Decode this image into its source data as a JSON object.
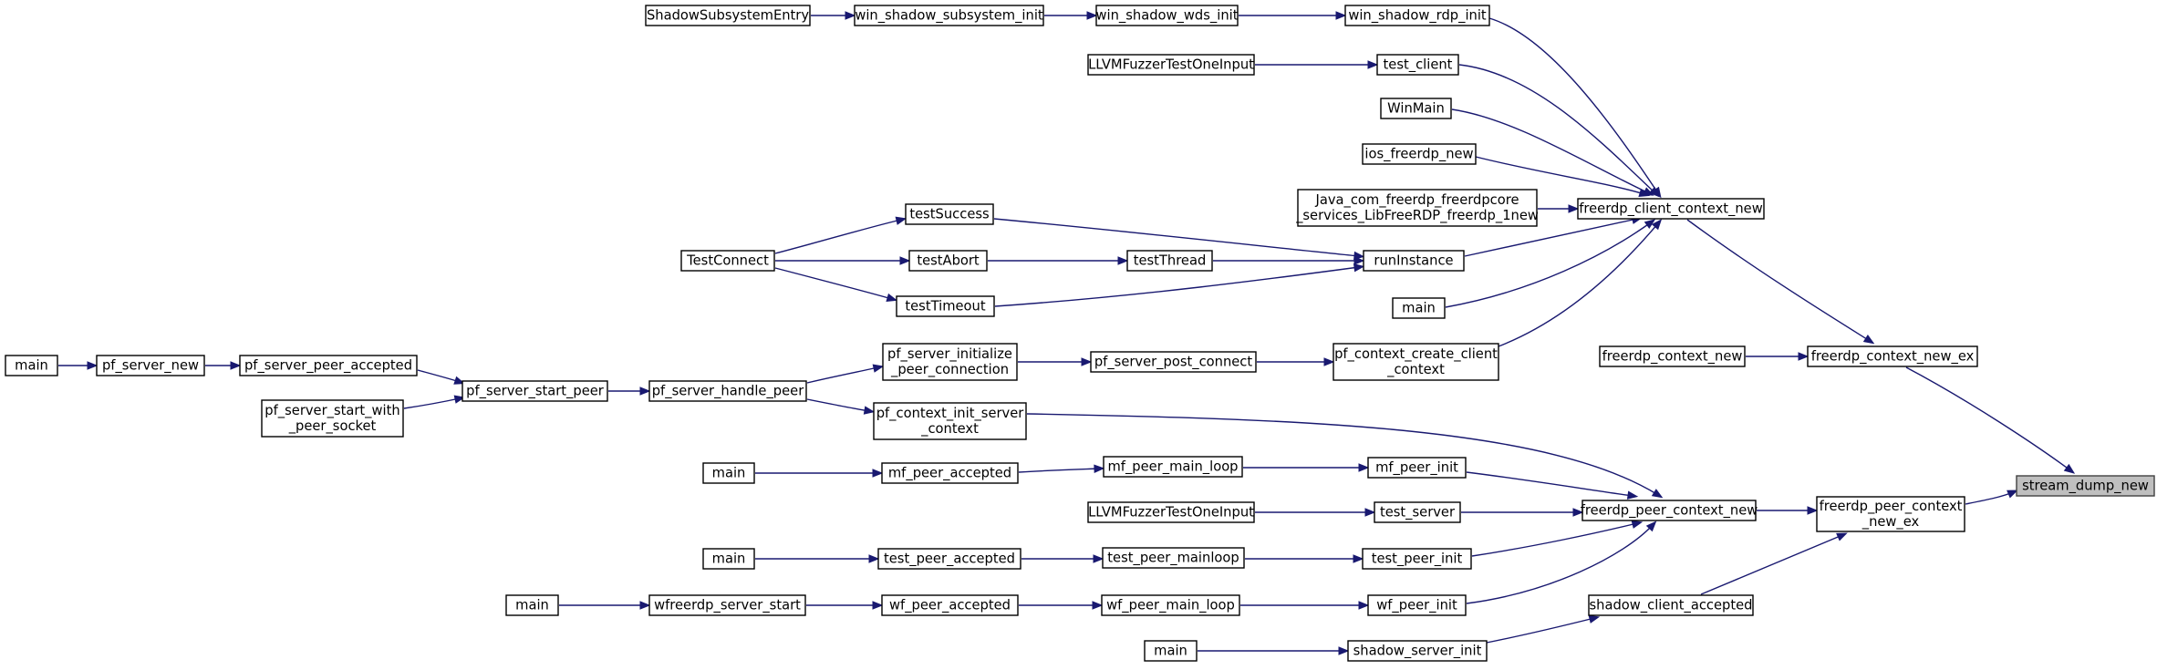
{
  "diagram": {
    "nodes": [
      {
        "id": "stream_dump_new",
        "lines": [
          "stream_dump_new"
        ],
        "highlight": true
      },
      {
        "id": "freerdp_context_new_ex",
        "lines": [
          "freerdp_context_new_ex"
        ]
      },
      {
        "id": "freerdp_peer_context_new_ex",
        "lines": [
          "freerdp_peer_context",
          "_new_ex"
        ]
      },
      {
        "id": "freerdp_client_context_new",
        "lines": [
          "freerdp_client_context_new"
        ]
      },
      {
        "id": "freerdp_context_new",
        "lines": [
          "freerdp_context_new"
        ]
      },
      {
        "id": "freerdp_peer_context_new",
        "lines": [
          "freerdp_peer_context_new"
        ]
      },
      {
        "id": "shadow_client_accepted",
        "lines": [
          "shadow_client_accepted"
        ]
      },
      {
        "id": "win_shadow_rdp_init",
        "lines": [
          "win_shadow_rdp_init"
        ]
      },
      {
        "id": "test_client",
        "lines": [
          "test_client"
        ]
      },
      {
        "id": "WinMain",
        "lines": [
          "WinMain"
        ]
      },
      {
        "id": "ios_freerdp_new",
        "lines": [
          "ios_freerdp_new"
        ]
      },
      {
        "id": "Java_freerdp_new",
        "lines": [
          "Java_com_freerdp_freerdpcore",
          "_services_LibFreeRDP_freerdp_1new"
        ]
      },
      {
        "id": "runInstance",
        "lines": [
          "runInstance"
        ]
      },
      {
        "id": "main_client",
        "lines": [
          "main"
        ]
      },
      {
        "id": "pf_context_create_client_context",
        "lines": [
          "pf_context_create_client",
          "_context"
        ]
      },
      {
        "id": "win_shadow_wds_init",
        "lines": [
          "win_shadow_wds_init"
        ]
      },
      {
        "id": "win_shadow_subsystem_init",
        "lines": [
          "win_shadow_subsystem_init"
        ]
      },
      {
        "id": "ShadowSubsystemEntry",
        "lines": [
          "ShadowSubsystemEntry"
        ]
      },
      {
        "id": "LLVMFuzzer_client",
        "lines": [
          "LLVMFuzzerTestOneInput"
        ]
      },
      {
        "id": "testThread",
        "lines": [
          "testThread"
        ]
      },
      {
        "id": "testSuccess",
        "lines": [
          "testSuccess"
        ]
      },
      {
        "id": "testAbort",
        "lines": [
          "testAbort"
        ]
      },
      {
        "id": "testTimeout",
        "lines": [
          "testTimeout"
        ]
      },
      {
        "id": "TestConnect",
        "lines": [
          "TestConnect"
        ]
      },
      {
        "id": "pf_server_post_connect",
        "lines": [
          "pf_server_post_connect"
        ]
      },
      {
        "id": "pf_server_initialize_peer_connection",
        "lines": [
          "pf_server_initialize",
          "_peer_connection"
        ]
      },
      {
        "id": "pf_server_handle_peer",
        "lines": [
          "pf_server_handle_peer"
        ]
      },
      {
        "id": "pf_server_start_peer",
        "lines": [
          "pf_server_start_peer"
        ]
      },
      {
        "id": "pf_server_peer_accepted",
        "lines": [
          "pf_server_peer_accepted"
        ]
      },
      {
        "id": "pf_server_start_with_peer_socket",
        "lines": [
          "pf_server_start_with",
          "_peer_socket"
        ]
      },
      {
        "id": "pf_server_new",
        "lines": [
          "pf_server_new"
        ]
      },
      {
        "id": "main_pf",
        "lines": [
          "main"
        ]
      },
      {
        "id": "pf_context_init_server_context",
        "lines": [
          "pf_context_init_server",
          "_context"
        ]
      },
      {
        "id": "mf_peer_init",
        "lines": [
          "mf_peer_init"
        ]
      },
      {
        "id": "mf_peer_main_loop",
        "lines": [
          "mf_peer_main_loop"
        ]
      },
      {
        "id": "mf_peer_accepted",
        "lines": [
          "mf_peer_accepted"
        ]
      },
      {
        "id": "main_mf",
        "lines": [
          "main"
        ]
      },
      {
        "id": "test_server",
        "lines": [
          "test_server"
        ]
      },
      {
        "id": "LLVMFuzzer_server",
        "lines": [
          "LLVMFuzzerTestOneInput"
        ]
      },
      {
        "id": "test_peer_init",
        "lines": [
          "test_peer_init"
        ]
      },
      {
        "id": "test_peer_mainloop",
        "lines": [
          "test_peer_mainloop"
        ]
      },
      {
        "id": "test_peer_accepted",
        "lines": [
          "test_peer_accepted"
        ]
      },
      {
        "id": "main_test",
        "lines": [
          "main"
        ]
      },
      {
        "id": "wf_peer_init",
        "lines": [
          "wf_peer_init"
        ]
      },
      {
        "id": "wf_peer_main_loop",
        "lines": [
          "wf_peer_main_loop"
        ]
      },
      {
        "id": "wf_peer_accepted",
        "lines": [
          "wf_peer_accepted"
        ]
      },
      {
        "id": "wfreerdp_server_start",
        "lines": [
          "wfreerdp_server_start"
        ]
      },
      {
        "id": "main_wf",
        "lines": [
          "main"
        ]
      },
      {
        "id": "shadow_server_init",
        "lines": [
          "shadow_server_init"
        ]
      },
      {
        "id": "main_shadow",
        "lines": [
          "main"
        ]
      }
    ],
    "edges": [
      {
        "from": "freerdp_context_new_ex",
        "to": "stream_dump_new"
      },
      {
        "from": "freerdp_peer_context_new_ex",
        "to": "stream_dump_new"
      },
      {
        "from": "freerdp_client_context_new",
        "to": "freerdp_context_new_ex"
      },
      {
        "from": "freerdp_context_new",
        "to": "freerdp_context_new_ex"
      },
      {
        "from": "freerdp_peer_context_new",
        "to": "freerdp_peer_context_new_ex"
      },
      {
        "from": "shadow_client_accepted",
        "to": "freerdp_peer_context_new_ex"
      },
      {
        "from": "win_shadow_rdp_init",
        "to": "freerdp_client_context_new"
      },
      {
        "from": "test_client",
        "to": "freerdp_client_context_new"
      },
      {
        "from": "WinMain",
        "to": "freerdp_client_context_new"
      },
      {
        "from": "ios_freerdp_new",
        "to": "freerdp_client_context_new"
      },
      {
        "from": "Java_freerdp_new",
        "to": "freerdp_client_context_new"
      },
      {
        "from": "runInstance",
        "to": "freerdp_client_context_new"
      },
      {
        "from": "main_client",
        "to": "freerdp_client_context_new"
      },
      {
        "from": "pf_context_create_client_context",
        "to": "freerdp_client_context_new"
      },
      {
        "from": "win_shadow_wds_init",
        "to": "win_shadow_rdp_init"
      },
      {
        "from": "win_shadow_subsystem_init",
        "to": "win_shadow_wds_init"
      },
      {
        "from": "ShadowSubsystemEntry",
        "to": "win_shadow_subsystem_init"
      },
      {
        "from": "LLVMFuzzer_client",
        "to": "test_client"
      },
      {
        "from": "testThread",
        "to": "runInstance"
      },
      {
        "from": "testSuccess",
        "to": "runInstance"
      },
      {
        "from": "testTimeout",
        "to": "runInstance"
      },
      {
        "from": "testAbort",
        "to": "testThread"
      },
      {
        "from": "TestConnect",
        "to": "testSuccess"
      },
      {
        "from": "TestConnect",
        "to": "testAbort"
      },
      {
        "from": "TestConnect",
        "to": "testTimeout"
      },
      {
        "from": "pf_server_post_connect",
        "to": "pf_context_create_client_context"
      },
      {
        "from": "pf_server_initialize_peer_connection",
        "to": "pf_server_post_connect"
      },
      {
        "from": "pf_server_handle_peer",
        "to": "pf_server_initialize_peer_connection"
      },
      {
        "from": "pf_server_handle_peer",
        "to": "pf_context_init_server_context"
      },
      {
        "from": "pf_server_start_peer",
        "to": "pf_server_handle_peer"
      },
      {
        "from": "pf_server_peer_accepted",
        "to": "pf_server_start_peer"
      },
      {
        "from": "pf_server_start_with_peer_socket",
        "to": "pf_server_start_peer"
      },
      {
        "from": "pf_server_new",
        "to": "pf_server_peer_accepted"
      },
      {
        "from": "main_pf",
        "to": "pf_server_new"
      },
      {
        "from": "pf_context_init_server_context",
        "to": "freerdp_peer_context_new"
      },
      {
        "from": "mf_peer_init",
        "to": "freerdp_peer_context_new"
      },
      {
        "from": "test_server",
        "to": "freerdp_peer_context_new"
      },
      {
        "from": "test_peer_init",
        "to": "freerdp_peer_context_new"
      },
      {
        "from": "wf_peer_init",
        "to": "freerdp_peer_context_new"
      },
      {
        "from": "mf_peer_main_loop",
        "to": "mf_peer_init"
      },
      {
        "from": "mf_peer_accepted",
        "to": "mf_peer_main_loop"
      },
      {
        "from": "main_mf",
        "to": "mf_peer_accepted"
      },
      {
        "from": "LLVMFuzzer_server",
        "to": "test_server"
      },
      {
        "from": "test_peer_mainloop",
        "to": "test_peer_init"
      },
      {
        "from": "test_peer_accepted",
        "to": "test_peer_mainloop"
      },
      {
        "from": "main_test",
        "to": "test_peer_accepted"
      },
      {
        "from": "wf_peer_main_loop",
        "to": "wf_peer_init"
      },
      {
        "from": "wf_peer_accepted",
        "to": "wf_peer_main_loop"
      },
      {
        "from": "wfreerdp_server_start",
        "to": "wf_peer_accepted"
      },
      {
        "from": "main_wf",
        "to": "wfreerdp_server_start"
      },
      {
        "from": "shadow_server_init",
        "to": "shadow_client_accepted"
      },
      {
        "from": "main_shadow",
        "to": "shadow_server_init"
      }
    ],
    "colors": {
      "edge": "#191970",
      "node_border": "#000000",
      "highlight_fill": "#bfbfbf"
    }
  }
}
